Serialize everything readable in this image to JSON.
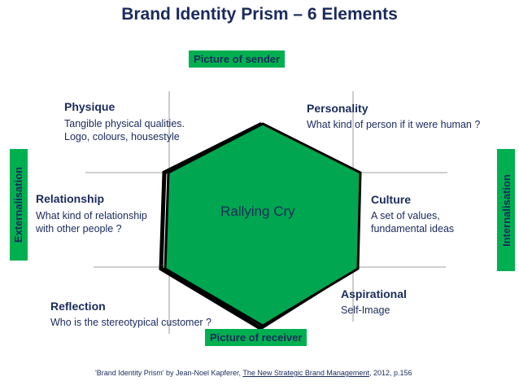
{
  "title": "Brand Identity Prism – 6 Elements",
  "sender_label": "Picture of sender",
  "receiver_label": "Picture of receiver",
  "externalisation_label": "Externalisation",
  "internalisation_label": "Internalisation",
  "center_label": "Rallying Cry",
  "physique": {
    "heading": "Physique",
    "line1": "Tangible physical qualities.",
    "line2": "Logo, colours, housestyle"
  },
  "personality": {
    "heading": "Personality",
    "line1": "What kind of person if it were human ?"
  },
  "relationship": {
    "heading": "Relationship",
    "line1": "What kind of relationship",
    "line2": "with other people ?"
  },
  "culture": {
    "heading": "Culture",
    "line1": "A set of values,",
    "line2": "fundamental ideas"
  },
  "aspirational": {
    "heading": "Aspirational",
    "line1": "Self-Image"
  },
  "reflection": {
    "heading": "Reflection",
    "line1": "Who is the stereotypical customer ?"
  },
  "footer": {
    "prefix": "'Brand Identity Prism' by Jean-Noel Kapferer, ",
    "book": "The New Strategic Brand Management",
    "suffix": ", 2012, p.156"
  },
  "colors": {
    "hexagon_fill": "#00a650",
    "tag_green": "#00b050",
    "text_navy": "#1a2a5c"
  }
}
